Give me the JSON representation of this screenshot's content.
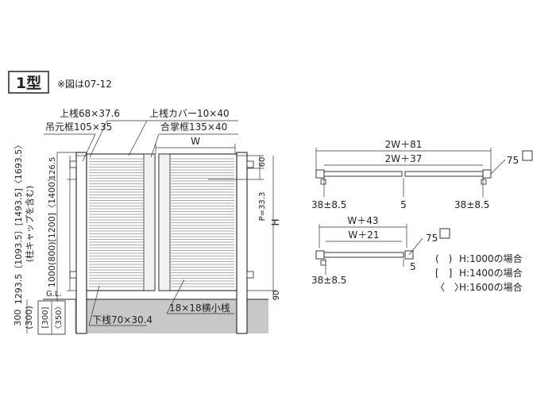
{
  "header": {
    "badge": "1型",
    "note": "※図は07-12"
  },
  "labels": {
    "top_rail": "上桟68×37.6",
    "top_rail_cover": "上桟カバー10×40",
    "hinge_frame": "吊元框105×35",
    "meeting_frame": "合掌框135×40",
    "bottom_rail": "下桟70×30.4",
    "horizontal_slat": "18×18横小桟",
    "gl": "G.L."
  },
  "dimensions": {
    "width": "W",
    "height": "H",
    "pitch": "P=33.3",
    "top_offset": "60",
    "upper_gap": "126.5",
    "bottom_gap": "90",
    "overall_height": "1293.5〔1093.5〕[1493.5]〈1693.5〉",
    "overall_note": "(柱キャップを含む)",
    "panel_height": "1000(800)[1200]〈1400〉",
    "ground_depth": "300",
    "ground_depth_alt": "(300)",
    "ground_box_a": "[300]",
    "ground_box_b": "〈350〉"
  },
  "plan_double": {
    "outer": "2W＋81",
    "inner": "2W＋37",
    "left_offset": "38±8.5",
    "right_offset": "38±8.5",
    "center_gap": "5",
    "post_size": "75"
  },
  "plan_single": {
    "outer": "W＋43",
    "inner": "W＋21",
    "left_offset": "38±8.5",
    "gap": "5",
    "post_size": "75"
  },
  "legend": [
    {
      "marker": "(　)",
      "text": "H:1000の場合"
    },
    {
      "marker": "[　]",
      "text": "H:1400の場合"
    },
    {
      "marker": "〈　〉",
      "text": "H:1600の場合"
    }
  ]
}
